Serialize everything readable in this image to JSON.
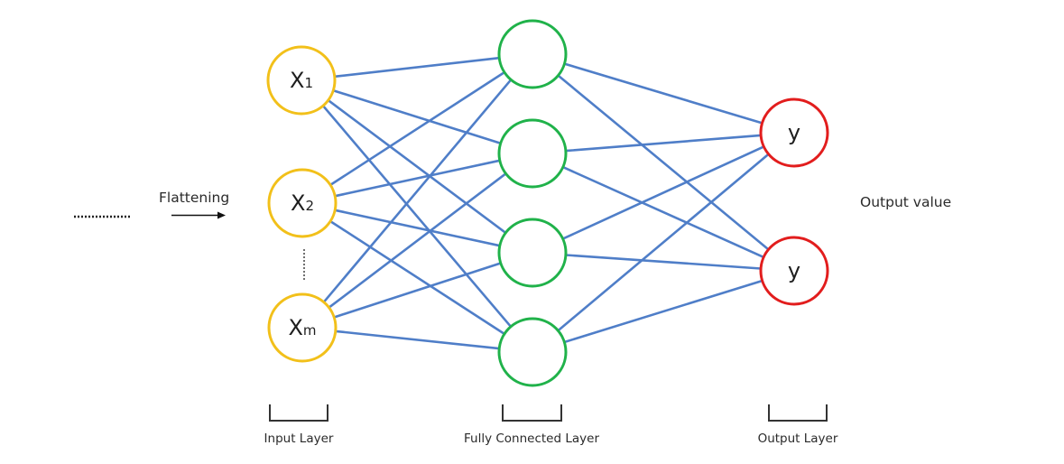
{
  "flattening_label": "Flattening",
  "output_value_label": "Output value",
  "layers": {
    "input": {
      "caption": "Input Layer",
      "nodes": [
        {
          "base": "X",
          "sub": "1"
        },
        {
          "base": "X",
          "sub": "2"
        },
        {
          "base": "X",
          "sub": "m"
        }
      ]
    },
    "hidden": {
      "caption": "Fully Connected Layer",
      "node_count": 4
    },
    "output": {
      "caption": "Output Layer",
      "nodes": [
        {
          "label": "y"
        },
        {
          "label": "y"
        }
      ]
    }
  },
  "colors": {
    "input_ring": "#f2c01a",
    "hidden_ring": "#20b24a",
    "output_ring": "#e21d1d",
    "edge": "#4f7ec8"
  }
}
